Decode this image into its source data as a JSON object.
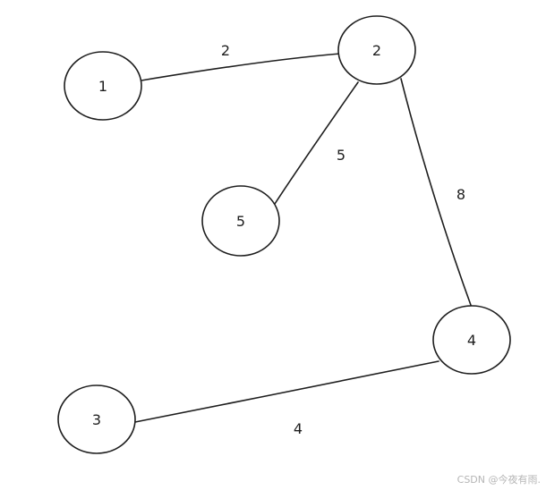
{
  "colors": {
    "stroke": "#1e1e1e",
    "fill": "#ffffff"
  },
  "nodes": [
    {
      "id": "n1",
      "label": "1"
    },
    {
      "id": "n2",
      "label": "2"
    },
    {
      "id": "n5",
      "label": "5"
    },
    {
      "id": "n4",
      "label": "4"
    },
    {
      "id": "n3",
      "label": "3"
    }
  ],
  "edges": [
    {
      "from": "n1",
      "to": "n2",
      "weight": "2"
    },
    {
      "from": "n2",
      "to": "n5",
      "weight": "5"
    },
    {
      "from": "n2",
      "to": "n4",
      "weight": "8"
    },
    {
      "from": "n4",
      "to": "n3",
      "weight": "4"
    }
  ],
  "watermark": "CSDN @今夜有雨."
}
